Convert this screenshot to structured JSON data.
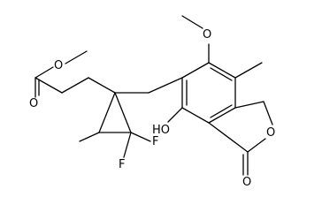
{
  "molecule": {
    "atom_labels": {
      "methoxy_o": "O",
      "carbonyl_o": "O",
      "ring_o": "O",
      "lactone_o": "O",
      "fluorine_1": "F",
      "fluorine_2": "F",
      "hydroxyl": "HO"
    }
  },
  "colors": {
    "bond": "#000000",
    "background": "#ffffff"
  }
}
